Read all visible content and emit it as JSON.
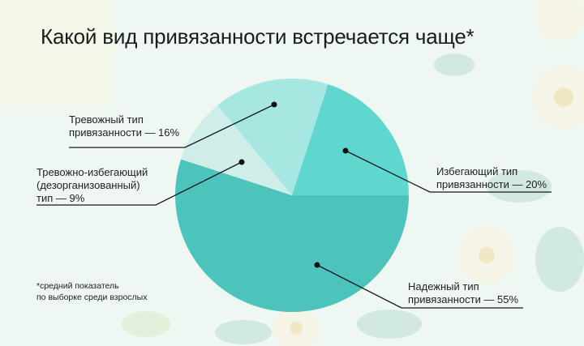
{
  "chart_data": {
    "type": "pie",
    "title": "Какой вид привязанности встречается чаще*",
    "slices": [
      {
        "name": "Надежный тип привязанности — 55%",
        "label": "Надежный тип\nпривязанности — 55%",
        "value": 55,
        "color": "#4cc4bc"
      },
      {
        "name": "Тревожно-избегающий (дезорганизованный) тип — 9%",
        "label": "Тревожно-избегающий\n(дезорганизованный)\nтип — 9%",
        "value": 9,
        "color": "#cfeeea"
      },
      {
        "name": "Тревожный тип привязанности — 16%",
        "label": "Тревожный тип\nпривязанности — 16%",
        "value": 16,
        "color": "#a7e7e2"
      },
      {
        "name": "Избегающий тип привязанности — 20%",
        "label": "Избегающий тип\nпривязанности — 20%",
        "value": 20,
        "color": "#5fd7cf"
      }
    ],
    "footnote": "*средний показатель\nпо выборке среди взрослых"
  }
}
